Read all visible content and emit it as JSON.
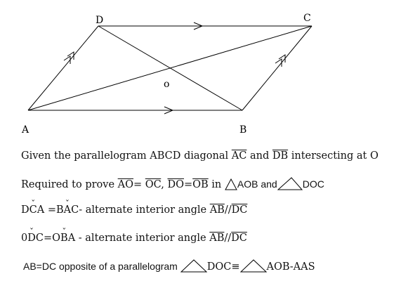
{
  "figure": {
    "points": {
      "A": "A",
      "B": "B",
      "C": "C",
      "D": "D",
      "O": "o"
    }
  },
  "lines": {
    "l1": {
      "t1": "Given the parallelogram ABCD diagonal ",
      "s1": "AC",
      "t2": " and ",
      "s2": "DB",
      "t3": " intersecting at O"
    },
    "l2": {
      "t1": "Required to prove ",
      "s1": "AO",
      "t2": "= ",
      "s2": "OC",
      "t3": ", ",
      "s3": "DO",
      "t4": "=",
      "s4": "OB",
      "t5": " in ",
      "t6": "AOB and",
      "t7": "DOC"
    },
    "l3": {
      "p1": "D",
      "p2": "C",
      "p3": "A",
      "t1": " =",
      "q1": "B",
      "q2": "A",
      "q3": "C",
      "t2": "- alternate interior angle ",
      "s1": "AB",
      "t3": "//",
      "s2": "DC"
    },
    "l4": {
      "p1": "0",
      "p2": "D",
      "p3": "C",
      "t1": "=",
      "q1": "O",
      "q2": "B",
      "q3": "A",
      "t2": " - alternate interior angle ",
      "s1": "AB",
      "t3": "//",
      "s2": "DC"
    },
    "l5": {
      "t1": "AB=DC opposite of a parallelogram ",
      "t2": "DOC≡",
      "t3": "AOB-AAS"
    }
  }
}
